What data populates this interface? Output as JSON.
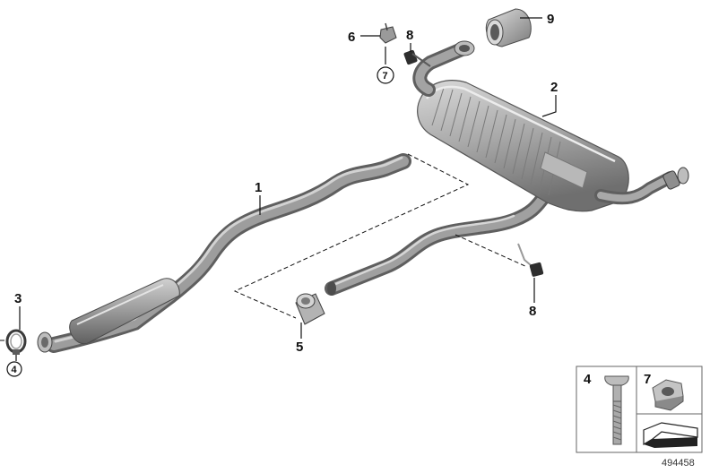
{
  "diagram": {
    "callouts": {
      "p1": "1",
      "p2": "2",
      "p3": "3",
      "p4": "4",
      "p5": "5",
      "p6": "6",
      "p7": "7",
      "p8a": "8",
      "p8b": "8",
      "p9": "9"
    },
    "legend": {
      "cell_bolt": "4",
      "cell_nut": "7"
    },
    "reference_number": "494458"
  }
}
